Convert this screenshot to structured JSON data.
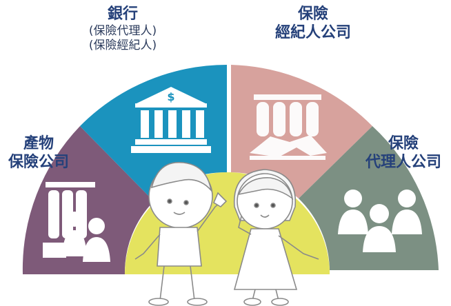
{
  "segments": {
    "property": {
      "label_lines": [
        "產物",
        "保險公司"
      ],
      "color": "#7e5a79"
    },
    "bank": {
      "title": "銀行",
      "sub_lines": [
        "(保險代理人)",
        "(保險經紀人)"
      ],
      "color": "#1b93be",
      "badge": "$"
    },
    "broker": {
      "label_lines": [
        "保險",
        "經紀人公司"
      ],
      "color": "#d7a29d"
    },
    "agent": {
      "label_lines": [
        "保險",
        "代理人公司"
      ],
      "color": "#7c9083"
    },
    "center": {
      "color": "#e4e35f"
    }
  },
  "icons": [
    "office-building-icon",
    "bank-building-icon",
    "handshake-icon",
    "people-group-icon"
  ],
  "figures": [
    "boy-waving-figure",
    "girl-figure"
  ]
}
